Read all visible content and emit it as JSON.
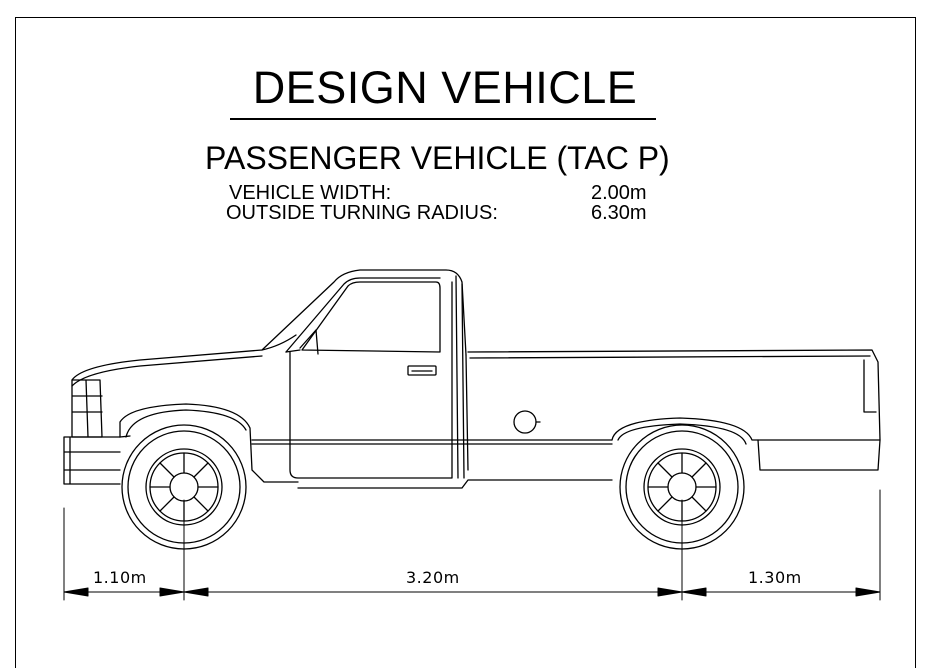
{
  "title": "DESIGN VEHICLE",
  "subtitle": "PASSENGER VEHICLE (TAC P)",
  "specs": [
    {
      "label": "VEHICLE WIDTH:",
      "value": "2.00m"
    },
    {
      "label": "OUTSIDE TURNING RADIUS:",
      "value": "6.30m"
    }
  ],
  "dimensions": {
    "front_overhang": "1.10m",
    "wheelbase": "3.20m",
    "rear_overhang": "1.30m"
  },
  "colors": {
    "line": "#000000",
    "background": "#ffffff"
  }
}
